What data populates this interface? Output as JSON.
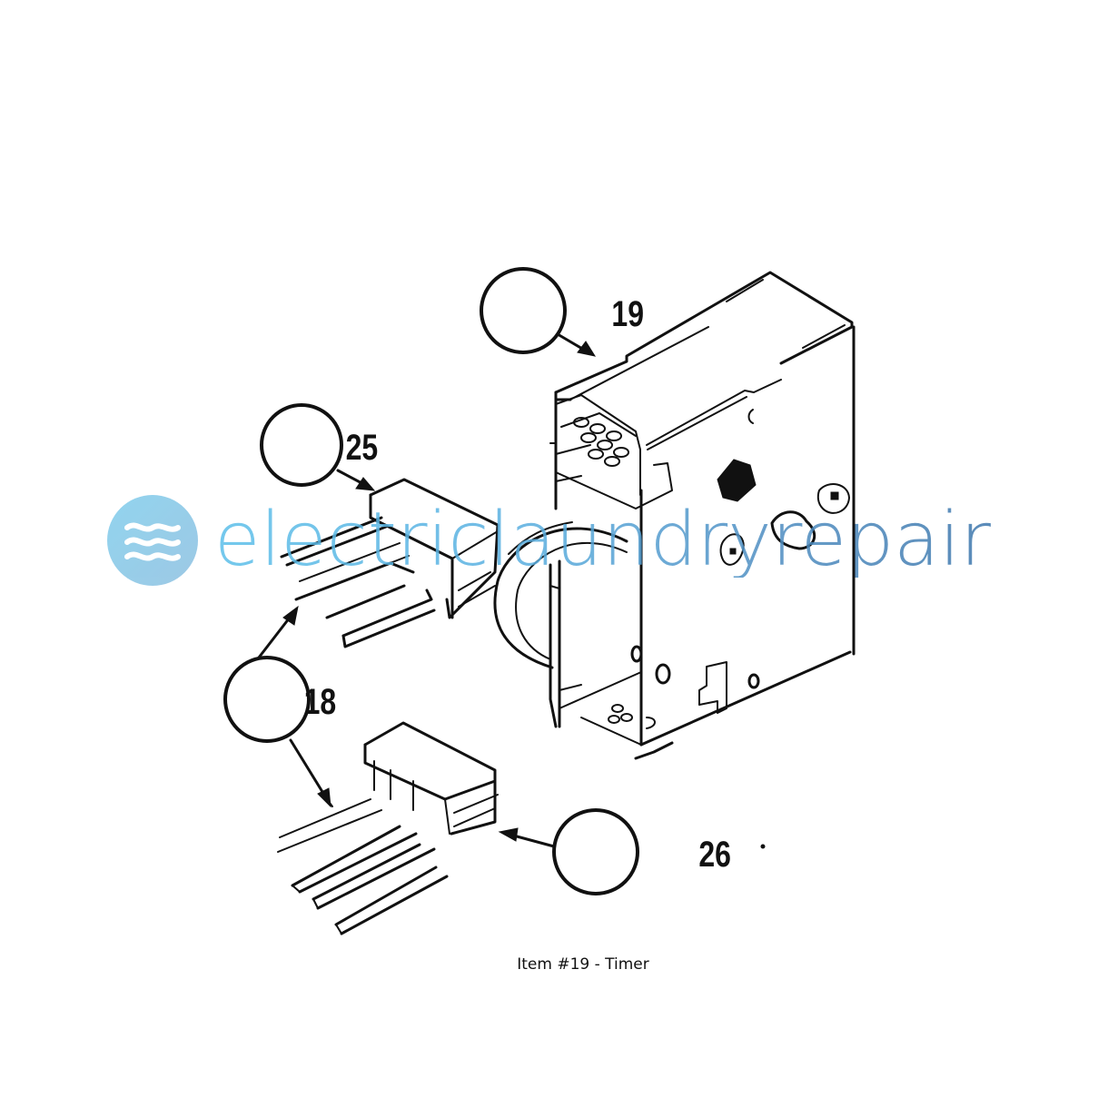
{
  "diagram": {
    "subject": "Timer assembly exploded parts view",
    "callouts": [
      {
        "id": "19",
        "label": "19",
        "part": "timer"
      },
      {
        "id": "25",
        "label": "25",
        "part": "upper-connector-harness"
      },
      {
        "id": "18",
        "label": "18",
        "part": "wire-leads"
      },
      {
        "id": "26",
        "label": "26",
        "part": "lower-connector-harness"
      }
    ]
  },
  "watermark": {
    "text": "electriclaundryrepair",
    "logo_icon": "waves-icon",
    "colors": {
      "start": "#5cc0ea",
      "end": "#3f78ad",
      "logo": "#7fcdec"
    }
  },
  "caption": {
    "text": "Item #19 - Timer"
  }
}
